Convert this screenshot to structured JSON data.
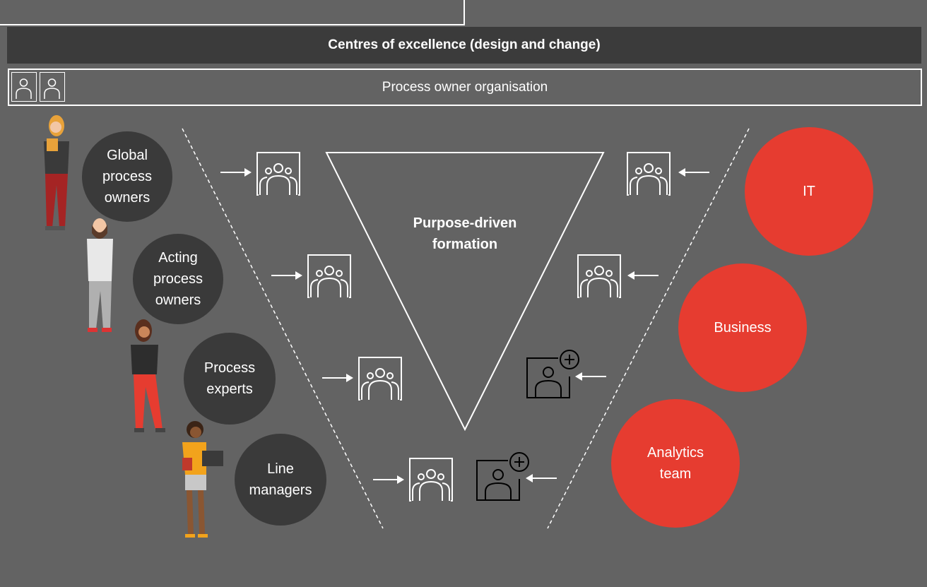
{
  "header": {
    "centres_of_excellence": "Centres of excellence (design and change)",
    "process_owner_org": "Process owner organisation"
  },
  "roles": [
    {
      "label": "Global\nprocess\nowners"
    },
    {
      "label": "Acting\nprocess\nowners"
    },
    {
      "label": "Process\nexperts"
    },
    {
      "label": "Line\nmanagers"
    }
  ],
  "groups": [
    {
      "label": "IT"
    },
    {
      "label": "Business"
    },
    {
      "label": "Analytics\nteam"
    }
  ],
  "center": {
    "label": "Purpose-driven\nformation"
  },
  "icons": {
    "team": "team-icon",
    "add_person": "add-person-icon",
    "arrow": "arrow-right-icon"
  },
  "colors": {
    "background": "#636363",
    "dark_circle": "#3a3a3a",
    "red_circle": "#e63c30",
    "bar": "#3b3b3b"
  }
}
